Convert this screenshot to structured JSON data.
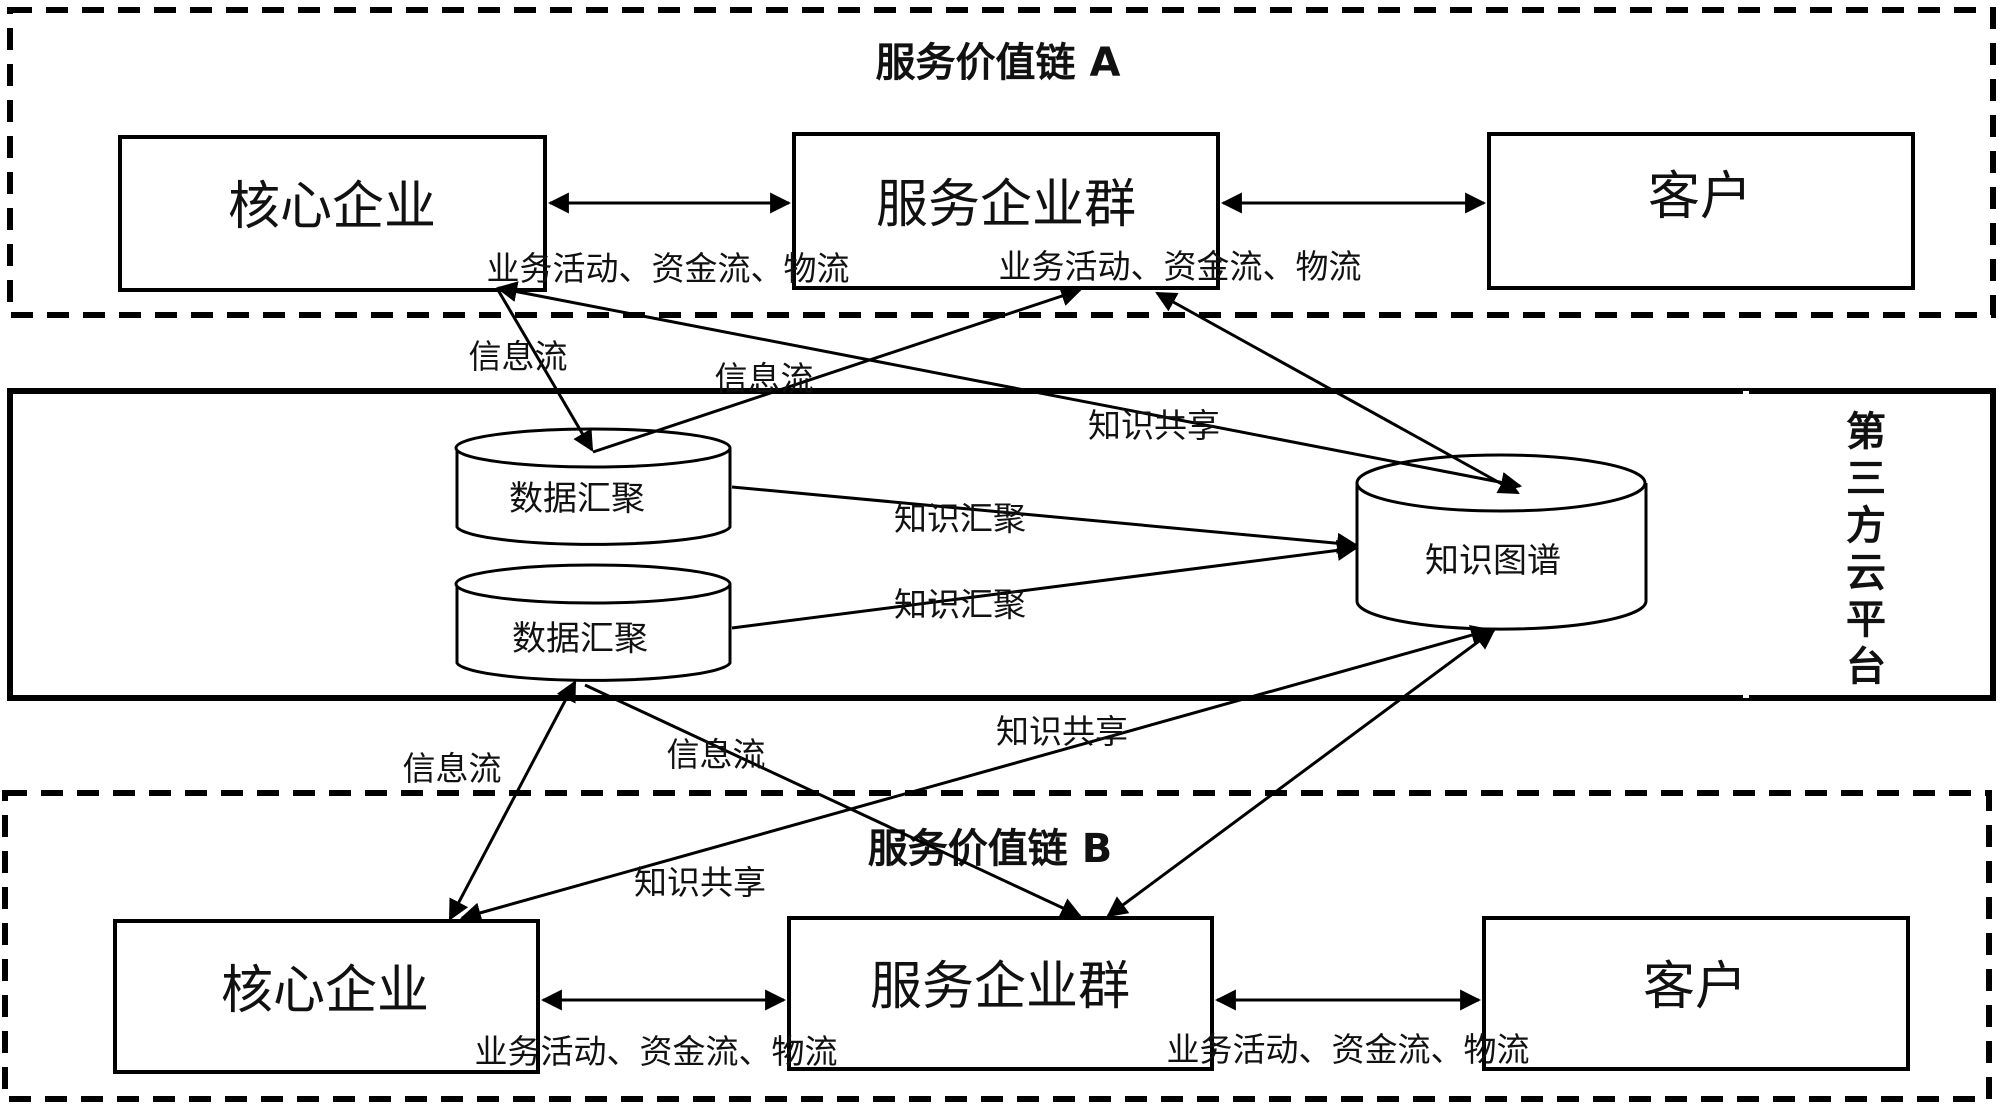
{
  "colors": {
    "stroke": "#000000",
    "background": "#ffffff",
    "text": "#111111"
  },
  "chain_a": {
    "title": "服务价值链 A",
    "core": "核心企业",
    "service_group": "服务企业群",
    "customer": "客户",
    "link_label_1": "业务活动、资金流、物流",
    "link_label_2": "业务活动、资金流、物流"
  },
  "platform": {
    "title_chars": [
      "第",
      "三",
      "方",
      "云",
      "平",
      "台"
    ],
    "data_hub_1": "数据汇聚",
    "data_hub_2": "数据汇聚",
    "knowledge_graph": "知识图谱",
    "aggregate_label_1": "知识汇聚",
    "aggregate_label_2": "知识汇聚"
  },
  "chain_b": {
    "title": "服务价值链 B",
    "core": "核心企业",
    "service_group": "服务企业群",
    "customer": "客户",
    "link_label_1": "业务活动、资金流、物流",
    "link_label_2": "业务活动、资金流、物流"
  },
  "flows": {
    "info_a_core": "信息流",
    "info_a_group": "信息流",
    "share_a": "知识共享",
    "info_b_core": "信息流",
    "info_b_group": "信息流",
    "share_b_upper": "知识共享",
    "share_b_lower": "知识共享"
  }
}
